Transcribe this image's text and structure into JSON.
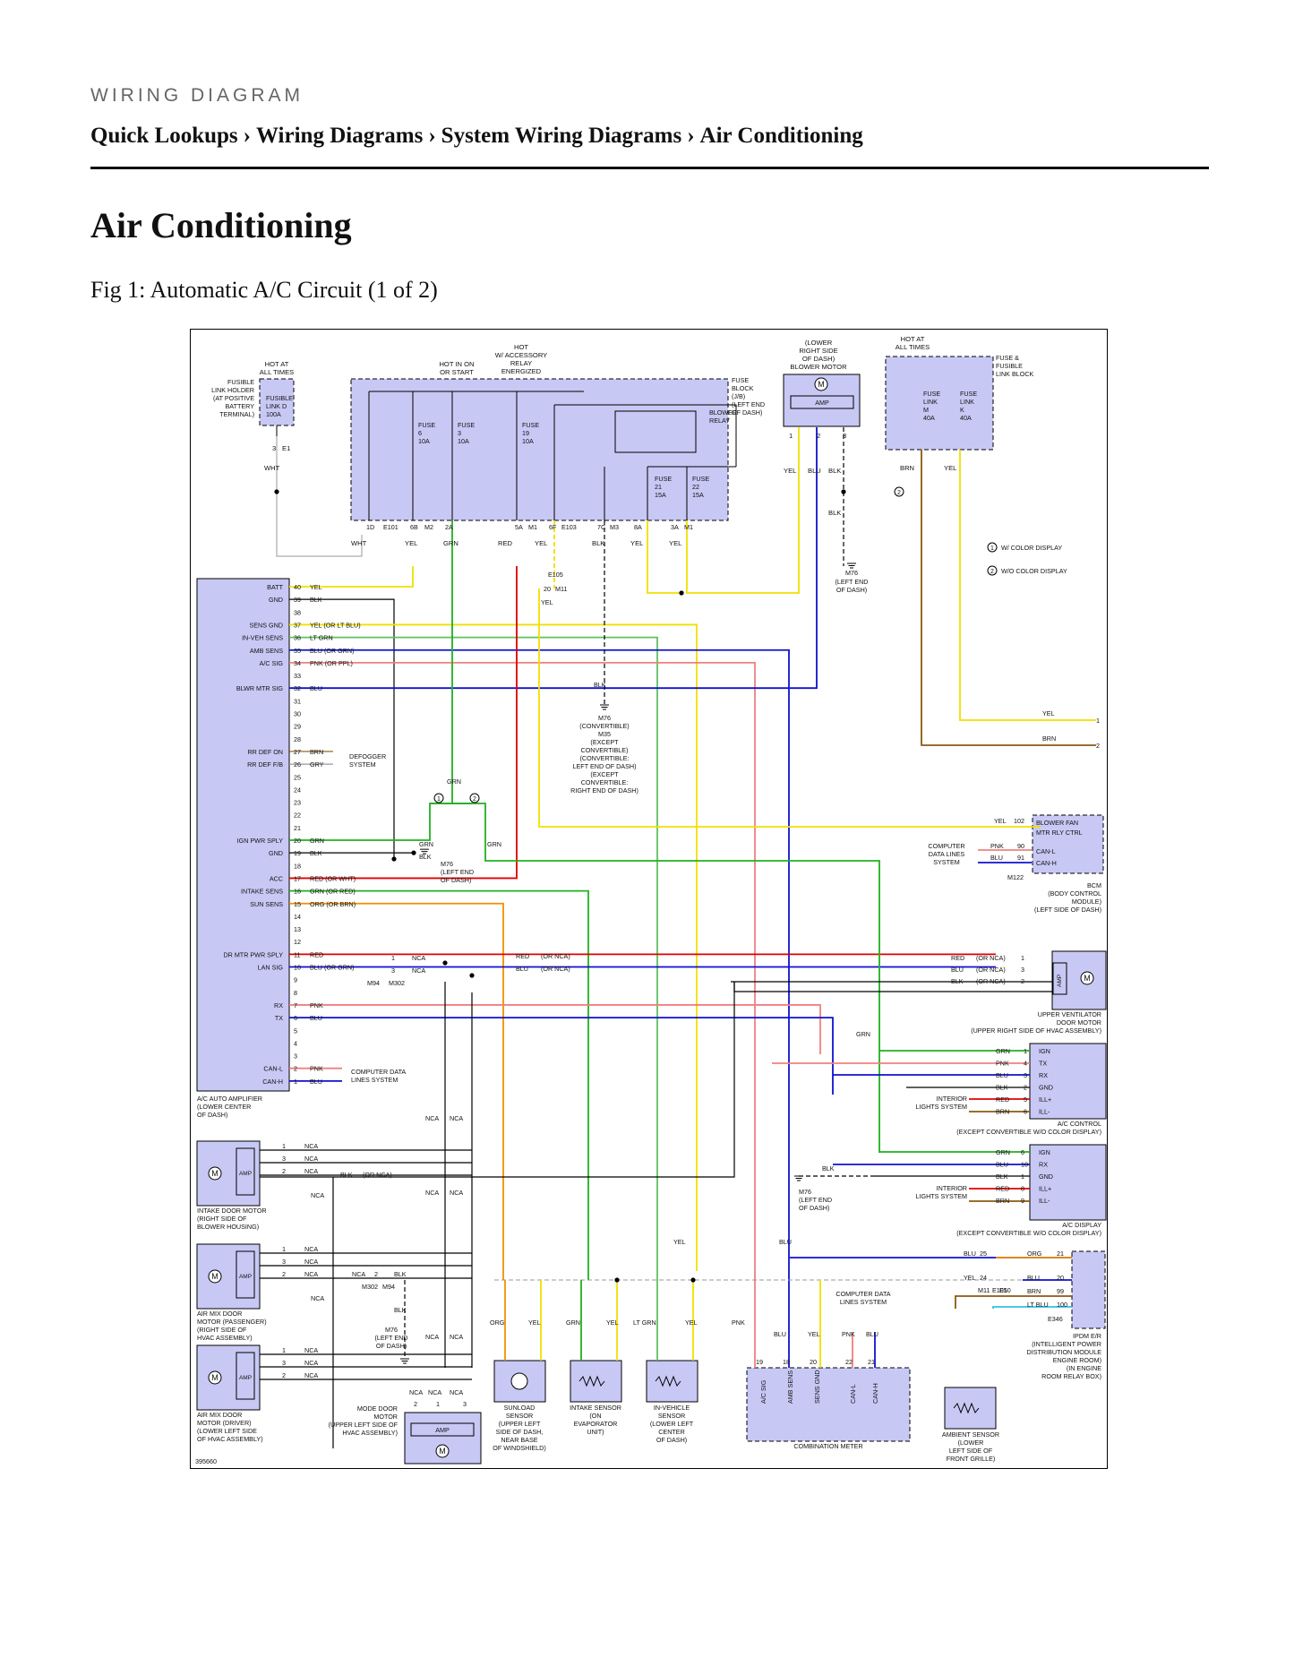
{
  "header": {
    "kicker": "WIRING DIAGRAM",
    "breadcrumb": [
      "Quick Lookups",
      "Wiring Diagrams",
      "System Wiring Diagrams",
      "Air Conditioning"
    ],
    "separator": "›"
  },
  "page": {
    "title": "Air Conditioning",
    "figure_caption": "Fig 1: Automatic A/C Circuit (1 of 2)"
  },
  "diagram": {
    "figure_id": "395660",
    "colors": {
      "component_fill": "#c8c8f5",
      "yellow": "#f0e000",
      "red": "#e00000",
      "green": "#20b020",
      "blue": "#1010d0",
      "pink": "#f08080",
      "orange": "#f09000",
      "brown": "#8b5a10",
      "gray": "#999999",
      "light_green": "#60c060",
      "light_blue": "#30c0e0",
      "black": "#000000"
    },
    "legend": [
      "W/ COLOR DISPLAY",
      "W/O COLOR DISPLAY"
    ],
    "power": {
      "hot_all_times_1": [
        "HOT AT",
        "ALL TIMES"
      ],
      "fusible_link_holder": [
        "FUSIBLE",
        "LINK HOLDER",
        "(AT POSITIVE",
        "BATTERY",
        "TERMINAL)"
      ],
      "fusible_link_d": [
        "FUSIBLE",
        "LINK D",
        "100A"
      ],
      "hot_in_on": [
        "HOT IN ON",
        "OR START"
      ],
      "hot_accessory": [
        "HOT",
        "W/ ACCESSORY",
        "RELAY",
        "ENERGIZED"
      ],
      "fuse_block": [
        "FUSE",
        "BLOCK",
        "(J/B)",
        "(LEFT END",
        "OF DASH)"
      ],
      "fuses": [
        [
          "FUSE",
          "6",
          "10A"
        ],
        [
          "FUSE",
          "3",
          "10A"
        ],
        [
          "FUSE",
          "19",
          "10A"
        ],
        [
          "FUSE",
          "21",
          "15A"
        ],
        [
          "FUSE",
          "22",
          "15A"
        ]
      ],
      "blower_relay": [
        "BLOWER",
        "RELAY"
      ],
      "blower_motor": [
        "(LOWER",
        "RIGHT SIDE",
        "OF DASH)",
        "BLOWER MOTOR"
      ],
      "hot_all_times_2": [
        "HOT AT",
        "ALL TIMES"
      ],
      "fuse_fusible_block": [
        "FUSE &",
        "FUSIBLE",
        "LINK BLOCK"
      ],
      "fusible_link_m": [
        "FUSE",
        "LINK",
        "M",
        "40A"
      ],
      "fusible_link_k": [
        "FUSE",
        "LINK",
        "K",
        "40A"
      ],
      "connectors_top": [
        "1D",
        "E101",
        "6B",
        "M2",
        "2A",
        "5A",
        "M1",
        "6F",
        "E103",
        "7C",
        "M3",
        "8A",
        "3A",
        "M1"
      ]
    },
    "amplifier": {
      "name": [
        "A/C AUTO AMPLIFIER",
        "(LOWER CENTER",
        "OF DASH)"
      ],
      "pins": [
        {
          "pin": "40",
          "label": "BATT",
          "wire": "YEL"
        },
        {
          "pin": "39",
          "label": "GND",
          "wire": "BLK"
        },
        {
          "pin": "38",
          "label": "",
          "wire": ""
        },
        {
          "pin": "37",
          "label": "SENS GND",
          "wire": "YEL   (OR LT BLU)"
        },
        {
          "pin": "36",
          "label": "IN-VEH SENS",
          "wire": "LT GRN"
        },
        {
          "pin": "35",
          "label": "AMB SENS",
          "wire": "BLU   (OR GRN)"
        },
        {
          "pin": "34",
          "label": "A/C SIG",
          "wire": "PNK   (OR PPL)"
        },
        {
          "pin": "33",
          "label": "",
          "wire": ""
        },
        {
          "pin": "32",
          "label": "BLWR MTR SIG",
          "wire": "BLU"
        },
        {
          "pin": "31",
          "label": "",
          "wire": ""
        },
        {
          "pin": "30",
          "label": "",
          "wire": ""
        },
        {
          "pin": "29",
          "label": "",
          "wire": ""
        },
        {
          "pin": "28",
          "label": "",
          "wire": ""
        },
        {
          "pin": "27",
          "label": "RR DEF ON",
          "wire": "BRN"
        },
        {
          "pin": "26",
          "label": "RR DEF F/B",
          "wire": "GRY"
        },
        {
          "pin": "25",
          "label": "",
          "wire": ""
        },
        {
          "pin": "24",
          "label": "",
          "wire": ""
        },
        {
          "pin": "23",
          "label": "",
          "wire": ""
        },
        {
          "pin": "22",
          "label": "",
          "wire": ""
        },
        {
          "pin": "21",
          "label": "",
          "wire": ""
        },
        {
          "pin": "20",
          "label": "IGN PWR SPLY",
          "wire": "GRN"
        },
        {
          "pin": "19",
          "label": "GND",
          "wire": "BLK"
        },
        {
          "pin": "18",
          "label": "",
          "wire": ""
        },
        {
          "pin": "17",
          "label": "ACC",
          "wire": "RED   (OR WHT)"
        },
        {
          "pin": "16",
          "label": "INTAKE SENS",
          "wire": "GRN  (OR RED)"
        },
        {
          "pin": "15",
          "label": "SUN SENS",
          "wire": "ORG  (OR BRN)"
        },
        {
          "pin": "14",
          "label": "",
          "wire": ""
        },
        {
          "pin": "13",
          "label": "",
          "wire": ""
        },
        {
          "pin": "12",
          "label": "",
          "wire": ""
        },
        {
          "pin": "11",
          "label": "DR MTR PWR SPLY",
          "wire": "RED"
        },
        {
          "pin": "10",
          "label": "LAN SIG",
          "wire": "BLU   (OR GRN)"
        },
        {
          "pin": "9",
          "label": "",
          "wire": ""
        },
        {
          "pin": "8",
          "label": "",
          "wire": ""
        },
        {
          "pin": "7",
          "label": "RX",
          "wire": "PNK"
        },
        {
          "pin": "6",
          "label": "TX",
          "wire": "BLU"
        },
        {
          "pin": "5",
          "label": "",
          "wire": ""
        },
        {
          "pin": "4",
          "label": "",
          "wire": ""
        },
        {
          "pin": "3",
          "label": "",
          "wire": ""
        },
        {
          "pin": "2",
          "label": "CAN-L",
          "wire": "PNK"
        },
        {
          "pin": "1",
          "label": "CAN-H",
          "wire": "BLU"
        }
      ],
      "defogger": [
        "DEFOGGER",
        "SYSTEM"
      ],
      "computer_data_lines": [
        "COMPUTER DATA",
        "LINES SYSTEM"
      ]
    },
    "ground_m76_left_dash": [
      "M76",
      "(LEFT END",
      "OF DASH)"
    ],
    "ground_m76_convertible": [
      "M76",
      "(CONVERTIBLE)",
      "M35",
      "(EXCEPT",
      "CONVERTIBLE)",
      "(CONVERTIBLE:",
      "LEFT END OF DASH)",
      "(EXCEPT",
      "CONVERTIBLE:",
      "RIGHT END OF DASH)"
    ],
    "connectors_misc": [
      "E105",
      "20",
      "M11",
      "M94",
      "M302",
      "M122",
      "E10",
      "E346"
    ],
    "bcm": {
      "name": [
        "BCM",
        "(BODY CONTROL",
        "MODULE)",
        "(LEFT SIDE OF DASH)"
      ],
      "pins": [
        {
          "pin": "102",
          "wire": "YEL",
          "label": "BLOWER FAN"
        },
        {
          "pin": "",
          "wire": "",
          "label": "MTR RLY CTRL"
        },
        {
          "pin": "90",
          "wire": "PNK",
          "label": "CAN-L"
        },
        {
          "pin": "91",
          "wire": "BLU",
          "label": "CAN-H"
        }
      ],
      "computer_data": [
        "COMPUTER",
        "DATA LINES",
        "SYSTEM"
      ]
    },
    "upper_ventilator": {
      "name": [
        "UPPER VENTILATOR",
        "DOOR MOTOR",
        "(UPPER RIGHT SIDE OF HVAC ASSEMBLY)"
      ],
      "wires": [
        [
          "RED",
          "(OR NCA)",
          "1"
        ],
        [
          "BLU",
          "(OR NCA)",
          "3"
        ],
        [
          "BLK",
          "(OR NCA)",
          "2"
        ]
      ]
    },
    "ac_control": {
      "name": [
        "A/C CONTROL",
        "(EXCEPT CONVERTIBLE W/O COLOR DISPLAY)"
      ],
      "pins": [
        [
          "GRN",
          "1",
          "IGN"
        ],
        [
          "PNK",
          "4",
          "TX"
        ],
        [
          "BLU",
          "3",
          "RX"
        ],
        [
          "BLK",
          "2",
          "GND"
        ],
        [
          "RED",
          "5",
          "ILL+"
        ],
        [
          "BRN",
          "6",
          "ILL-"
        ]
      ],
      "interior_lights": [
        "INTERIOR",
        "LIGHTS SYSTEM"
      ]
    },
    "ac_display": {
      "name": [
        "A/C DISPLAY",
        "(EXCEPT CONVERTIBLE W/O COLOR DISPLAY)"
      ],
      "pins": [
        [
          "GRN",
          "6",
          "IGN"
        ],
        [
          "BLU",
          "10",
          "RX"
        ],
        [
          "BLK",
          "1",
          "GND"
        ],
        [
          "RED",
          "8",
          "ILL+"
        ],
        [
          "BRN",
          "9",
          "ILL-"
        ]
      ],
      "interior_lights": [
        "INTERIOR",
        "LIGHTS SYSTEM"
      ]
    },
    "ipdm": {
      "name": [
        "IPDM E/R",
        "(INTELLIGENT POWER",
        "DISTRIBUTION MODULE",
        "ENGINE ROOM)",
        "(IN ENGINE",
        "ROOM RELAY BOX)"
      ],
      "pins": [
        [
          "BLU",
          "25",
          "ORG",
          "21"
        ],
        [
          "YEL",
          "24",
          "BLU",
          "20"
        ],
        [
          "",
          "",
          "BRN",
          "99"
        ],
        [
          "",
          "",
          "LT BLU",
          "100"
        ]
      ]
    },
    "motors": {
      "intake_door": [
        "INTAKE DOOR MOTOR",
        "(RIGHT SIDE OF",
        "BLOWER HOUSING)"
      ],
      "air_mix_passenger": [
        "AIR MIX DOOR",
        "MOTOR (PASSENGER)",
        "(RIGHT SIDE OF",
        "HVAC ASSEMBLY)"
      ],
      "air_mix_driver": [
        "AIR MIX DOOR",
        "MOTOR (DRIVER)",
        "(LOWER LEFT SIDE",
        "OF HVAC ASSEMBLY)"
      ],
      "mode_door": [
        "MODE DOOR",
        "MOTOR",
        "(UPPER LEFT SIDE OF",
        "HVAC ASSEMBLY)"
      ],
      "amp_label": "AMP",
      "nca": "NCA"
    },
    "sensors": {
      "sunload": [
        "SUNLOAD",
        "SENSOR",
        "(UPPER LEFT",
        "SIDE OF DASH,",
        "NEAR BASE",
        "OF WINDSHIELD)"
      ],
      "intake": [
        "INTAKE SENSOR",
        "(ON",
        "EVAPORATOR",
        "UNIT)"
      ],
      "in_vehicle": [
        "IN-VEHICLE",
        "SENSOR",
        "(LOWER LEFT",
        "CENTER",
        "OF DASH)"
      ],
      "ambient": [
        "AMBIENT SENSOR",
        "(LOWER",
        "LEFT SIDE OF",
        "FRONT GRILLE)"
      ]
    },
    "combination_meter": {
      "name": "COMBINATION METER",
      "pins": [
        [
          "19",
          "A/C SIG"
        ],
        [
          "18",
          "AMB SENS"
        ],
        [
          "20",
          "SENS GND"
        ],
        [
          "22",
          "CAN-L"
        ],
        [
          "21",
          "CAN-H"
        ]
      ],
      "computer_data": [
        "COMPUTER DATA",
        "LINES SYSTEM"
      ]
    }
  }
}
